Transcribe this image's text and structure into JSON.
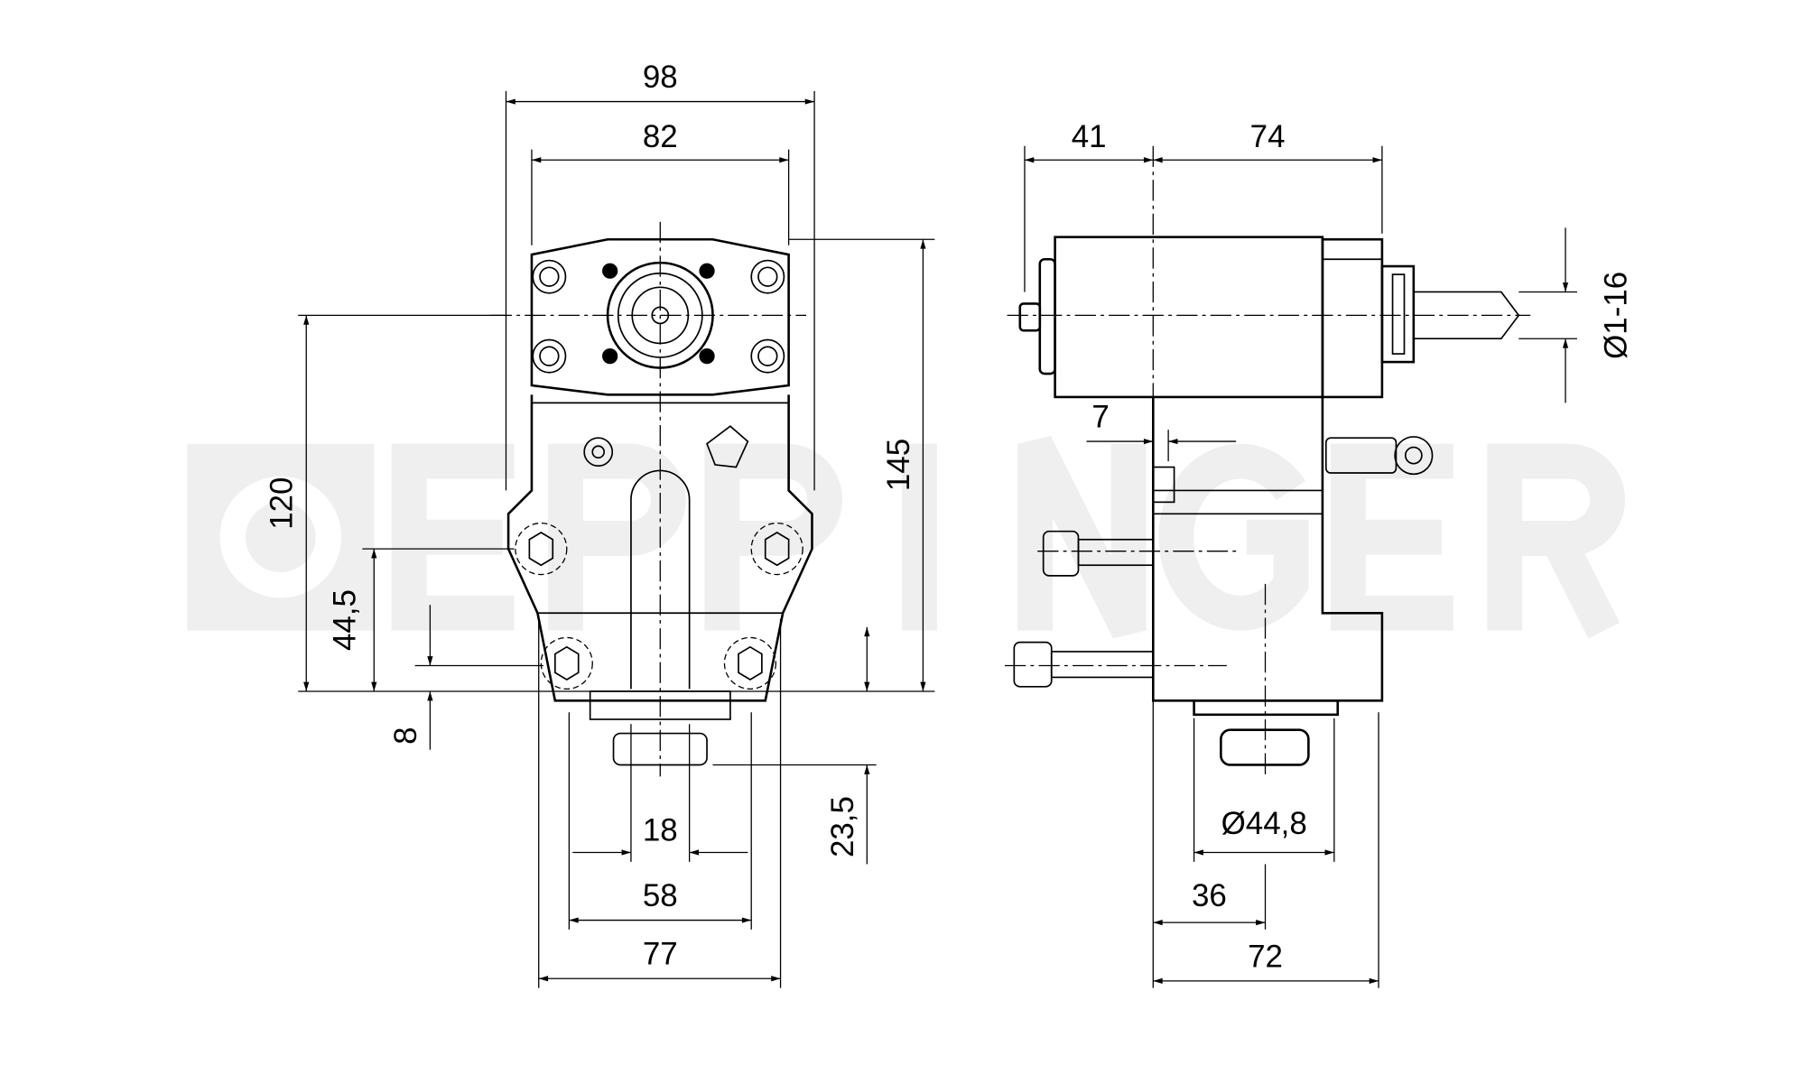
{
  "watermark": {
    "logo_text": "EPPINGER",
    "color": "#efefef"
  },
  "front_view": {
    "dimensions": {
      "width_total": "98",
      "width_flange": "82",
      "height_center": "120",
      "height_total": "145",
      "bolt_height": "44,5",
      "offset": "8",
      "shank_depth": "23,5",
      "slot_width": "18",
      "bolt_spacing": "58",
      "base_width": "77"
    }
  },
  "side_view": {
    "dimensions": {
      "left_length": "41",
      "right_length": "74",
      "collet_range": "Ø1-16",
      "step": "7",
      "shank_diameter": "Ø44,8",
      "shank_offset": "36",
      "base_length": "72"
    }
  }
}
